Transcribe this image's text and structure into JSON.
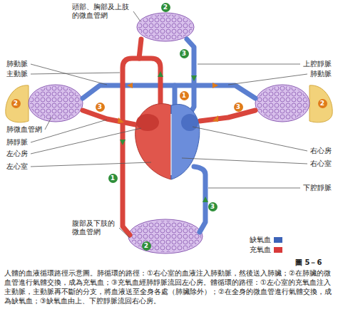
{
  "diagram": {
    "caption": "人體的血液循環路徑示意圖。肺循環的路徑：①右心室的血液注入肺動脈，然後送入肺臟；②在肺臟的微血管進行氣體交換，成為充氧血；③充氧血經肺靜脈流回左心房。體循環的路徑：①左心室的充氧血注入主動脈，主動脈再不斷的分支，將血液送至全身各處（肺臟除外）；②在全身的微血管進行氣體交換，成為缺氧血；③缺氧血由上、下腔靜脈流回右心房。",
    "labels": [
      "頭部、胸部及上肢的微血管網",
      "肺動脈",
      "主動脈",
      "肺微血管網",
      "肺靜脈",
      "左心房",
      "左心室",
      "腹部及下肢的微血管網",
      "肺動脈",
      "上腔靜脈",
      "右心房",
      "右心室",
      "下腔靜脈",
      "1",
      "2",
      "2",
      "3",
      "3",
      "2",
      "3",
      "1",
      "2",
      "3",
      "圖 5－6"
    ],
    "legend": [
      {
        "text": "缺氧血",
        "color": "#3d63b8"
      },
      {
        "text": "充氧血",
        "color": "#d83a3a"
      }
    ]
  }
}
